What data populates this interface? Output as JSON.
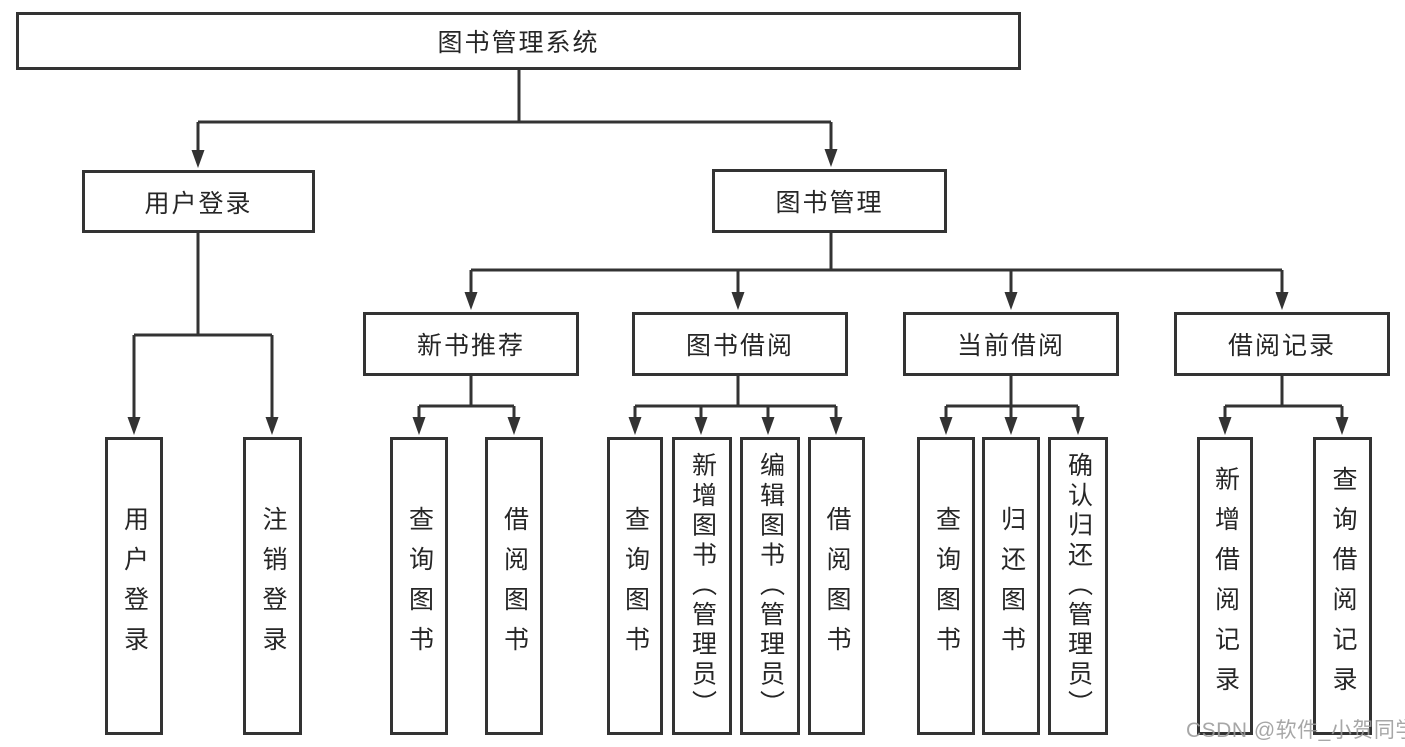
{
  "tree": {
    "root": {
      "label": "图书管理系统",
      "children": [
        {
          "label": "用户登录",
          "children": [
            {
              "label": "用户登录"
            },
            {
              "label": "注销登录"
            }
          ]
        },
        {
          "label": "图书管理",
          "children": [
            {
              "label": "新书推荐",
              "children": [
                {
                  "label": "查询图书"
                },
                {
                  "label": "借阅图书"
                }
              ]
            },
            {
              "label": "图书借阅",
              "children": [
                {
                  "label": "查询图书"
                },
                {
                  "label": "新增图书（管理员）"
                },
                {
                  "label": "编辑图书（管理员）"
                },
                {
                  "label": "借阅图书"
                }
              ]
            },
            {
              "label": "当前借阅",
              "children": [
                {
                  "label": "查询图书"
                },
                {
                  "label": "归还图书"
                },
                {
                  "label": "确认归还（管理员）"
                }
              ]
            },
            {
              "label": "借阅记录",
              "children": [
                {
                  "label": "新增借阅记录"
                },
                {
                  "label": "查询借阅记录"
                }
              ]
            }
          ]
        }
      ]
    }
  },
  "watermark": "CSDN @软件_小贺同学",
  "colors": {
    "line": "#333333",
    "box_border": "#333333",
    "text": "#262626",
    "watermark": "#9b9b9b",
    "background": "#ffffff"
  }
}
